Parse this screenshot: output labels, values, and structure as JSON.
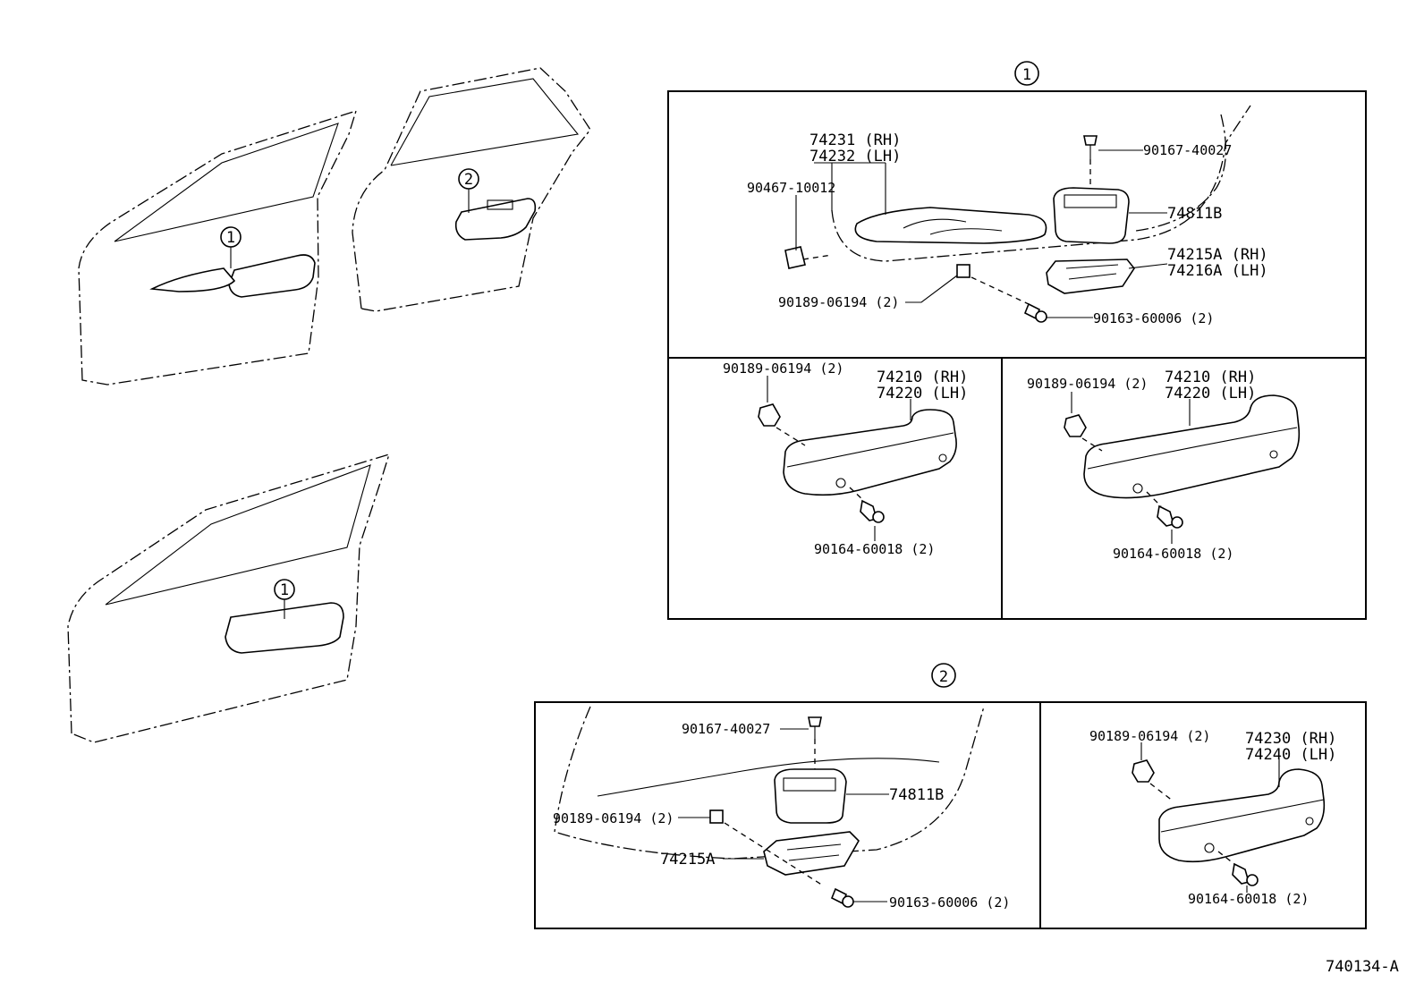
{
  "callouts": {
    "one": "1",
    "two": "2"
  },
  "section1": {
    "top": {
      "trim_rh": "74231 (RH)",
      "trim_lh": "74232 (LH)",
      "clip": "90467-10012",
      "screw_top": "90167-40027",
      "pocket": "74811B",
      "bracket_rh": "74215A (RH)",
      "bracket_lh": "74216A (LH)",
      "nut": "90189-06194 (2)",
      "screw_bottom": "90163-60006 (2)"
    },
    "left": {
      "nut": "90189-06194 (2)",
      "grip_rh": "74210 (RH)",
      "grip_lh": "74220 (LH)",
      "screw": "90164-60018 (2)"
    },
    "right": {
      "nut": "90189-06194 (2)",
      "grip_rh": "74210 (RH)",
      "grip_lh": "74220 (LH)",
      "screw": "90164-60018 (2)"
    }
  },
  "section2": {
    "left": {
      "screw_top": "90167-40027",
      "pocket": "74811B",
      "nut": "90189-06194 (2)",
      "bracket": "74215A",
      "screw_bottom": "90163-60006 (2)"
    },
    "right": {
      "nut": "90189-06194 (2)",
      "grip_rh": "74230 (RH)",
      "grip_lh": "74240 (LH)",
      "screw": "90164-60018 (2)"
    }
  },
  "figure_code": "740134-A"
}
